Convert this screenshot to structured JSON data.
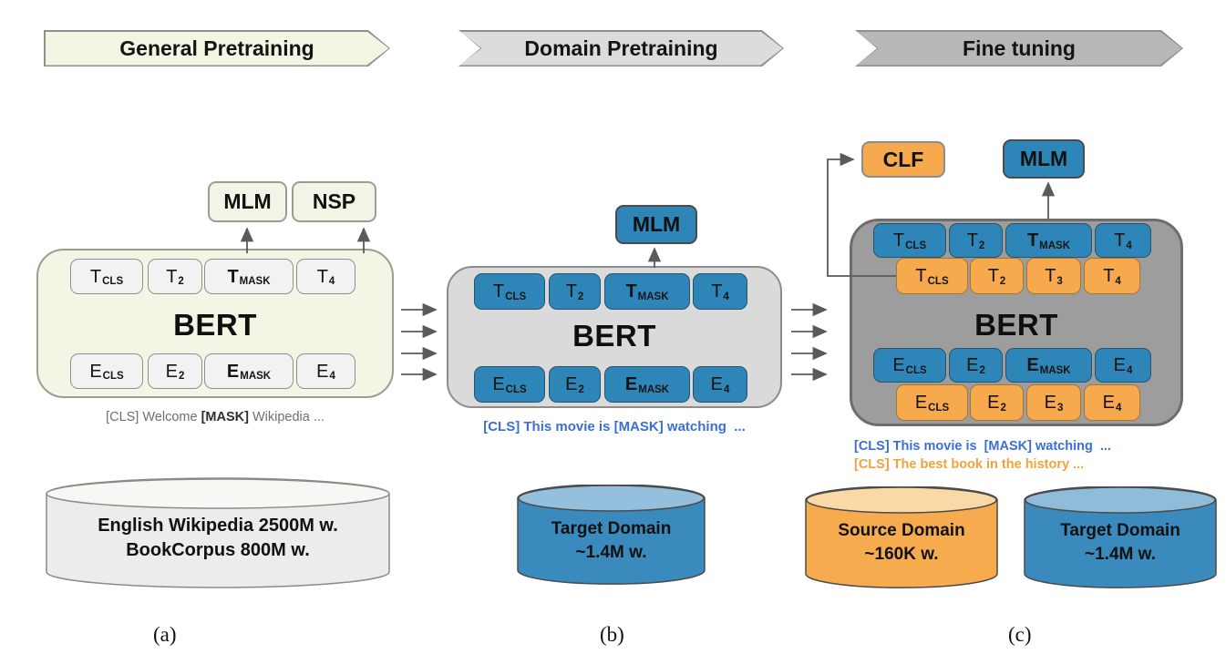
{
  "banners": [
    {
      "label": "General Pretraining"
    },
    {
      "label": "Domain Pretraining"
    },
    {
      "label": "Fine tuning"
    }
  ],
  "panel_a": {
    "heads": {
      "mlm": "MLM",
      "nsp": "NSP"
    },
    "model": "BERT",
    "t_row": [
      {
        "m": "T",
        "s": "CLS"
      },
      {
        "m": "T",
        "s": "2"
      },
      {
        "m": "T",
        "s": "MASK"
      },
      {
        "m": "T",
        "s": "4"
      }
    ],
    "e_row": [
      {
        "m": "E",
        "s": "CLS"
      },
      {
        "m": "E",
        "s": "2"
      },
      {
        "m": "E",
        "s": "MASK"
      },
      {
        "m": "E",
        "s": "4"
      }
    ],
    "caption": {
      "pre": "[CLS] Welcome ",
      "mask": "[MASK]",
      "post": " Wikipedia ..."
    },
    "datastore": {
      "line1": "English Wikipedia 2500M w.",
      "line2": "BookCorpus 800M w."
    },
    "footnote": "(a)"
  },
  "panel_b": {
    "heads": {
      "mlm": "MLM"
    },
    "model": "BERT",
    "t_row": [
      {
        "m": "T",
        "s": "CLS"
      },
      {
        "m": "T",
        "s": "2"
      },
      {
        "m": "T",
        "s": "MASK"
      },
      {
        "m": "T",
        "s": "4"
      }
    ],
    "e_row": [
      {
        "m": "E",
        "s": "CLS"
      },
      {
        "m": "E",
        "s": "2"
      },
      {
        "m": "E",
        "s": "MASK"
      },
      {
        "m": "E",
        "s": "4"
      }
    ],
    "caption": "[CLS] This movie is [MASK] watching  ...",
    "datastore": {
      "line1": "Target Domain",
      "line2": "~1.4M w."
    },
    "footnote": "(b)"
  },
  "panel_c": {
    "heads": {
      "clf": "CLF",
      "mlm": "MLM"
    },
    "model": "BERT",
    "t_row_target": [
      {
        "m": "T",
        "s": "CLS"
      },
      {
        "m": "T",
        "s": "2"
      },
      {
        "m": "T",
        "s": "MASK"
      },
      {
        "m": "T",
        "s": "4"
      }
    ],
    "t_row_source": [
      {
        "m": "T",
        "s": "CLS"
      },
      {
        "m": "T",
        "s": "2"
      },
      {
        "m": "T",
        "s": "3"
      },
      {
        "m": "T",
        "s": "4"
      }
    ],
    "e_row_target": [
      {
        "m": "E",
        "s": "CLS"
      },
      {
        "m": "E",
        "s": "2"
      },
      {
        "m": "E",
        "s": "MASK"
      },
      {
        "m": "E",
        "s": "4"
      }
    ],
    "e_row_source": [
      {
        "m": "E",
        "s": "CLS"
      },
      {
        "m": "E",
        "s": "2"
      },
      {
        "m": "E",
        "s": "3"
      },
      {
        "m": "E",
        "s": "4"
      }
    ],
    "caption_target": "[CLS] This movie is  [MASK] watching  ...",
    "caption_source": "[CLS] The best book in the history ...",
    "datastore_source": {
      "line1": "Source Domain",
      "line2": "~160K w."
    },
    "datastore_target": {
      "line1": "Target Domain",
      "line2": "~1.4M w."
    },
    "footnote": "(c)"
  },
  "colors": {
    "blue": "#2e86b8",
    "orange": "#f6aa4d",
    "cream": "#f5f5e6",
    "gray_light": "#dadada",
    "gray_dark": "#9d9d9d",
    "caption_blue": "#3b6fd6",
    "caption_orange": "#efa33a"
  }
}
